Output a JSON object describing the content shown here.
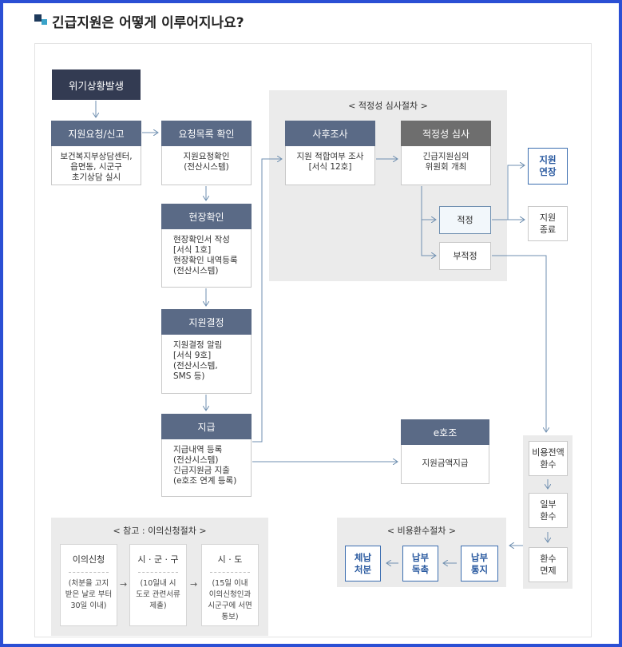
{
  "title": "긴급지원은 어떻게 이루어지나요?",
  "crisis": "위기상황발생",
  "request": {
    "head": "지원요청/신고",
    "body": "보건복지부상담센터,\n읍면동, 시군구\n초기상담 실시"
  },
  "confirm": {
    "head": "요청목록 확인",
    "body": "지원요청확인\n(전산시스템)"
  },
  "site": {
    "head": "현장확인",
    "body": "현장확인서 작성\n[서식 1호]\n현장확인 내역등록\n(전산시스템)"
  },
  "decision": {
    "head": "지원결정",
    "body": "지원결정 알림\n[서식 9호]\n(전산시스템,\nSMS 등)"
  },
  "payment": {
    "head": "지급",
    "body": "지급내역 등록\n(전산시스템)\n긴급지원금 지출\n(e호조 연계 등록)"
  },
  "review": {
    "title": "< 적정성 심사절차 >",
    "post": {
      "head": "사후조사",
      "body": "지원 적합여부 조사\n[서식 12호]"
    },
    "committee": {
      "head": "적정성 심사",
      "body": "긴급지원심의\n위원회 개최"
    },
    "adequate": "적정",
    "inadequate": "부적정"
  },
  "extend": "지원\n연장",
  "end": "지원\n종료",
  "ehojo": {
    "head": "e호조",
    "body": "지원금액지급"
  },
  "refund_steps": [
    "비용전액\n환수",
    "일부\n환수",
    "환수\n면제"
  ],
  "refund_proc": {
    "title": "< 비용환수절차 >",
    "notice": "납부\n통지",
    "urge": "납부\n독촉",
    "delinquent": "체납\n처분"
  },
  "appeal": {
    "title": "< 참고 : 이의신청절차 >",
    "cards": [
      {
        "title": "이의신청",
        "body": "(처분을 고지\n받은 날로 부터\n30일 이내)"
      },
      {
        "title": "시 · 군 · 구",
        "body": "(10일내 시\n도로 관련서류\n제출)"
      },
      {
        "title": "시 · 도",
        "body": "(15일 이내\n이의신청인과\n시군구에 서면\n통보)"
      }
    ],
    "arrow": "→"
  },
  "colors": {
    "border": "#2b4fd4",
    "head": "#5a6a86",
    "dark": "#333b52",
    "link": "#3c6eb0"
  }
}
